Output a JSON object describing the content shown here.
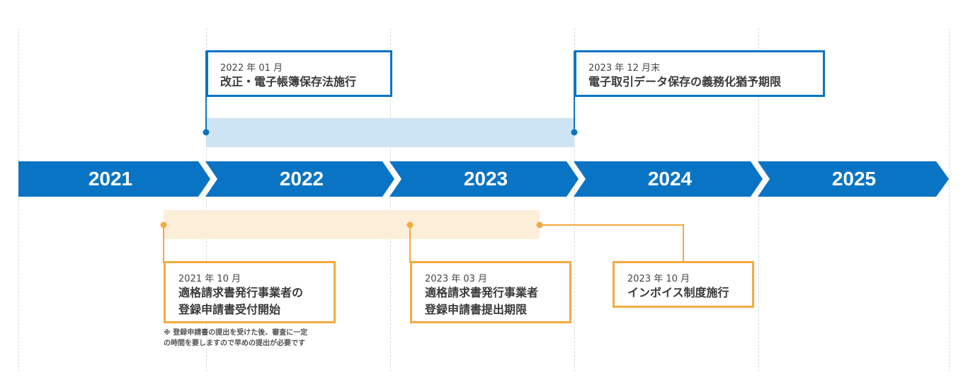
{
  "timeline": {
    "years": [
      "2021",
      "2022",
      "2023",
      "2024",
      "2025"
    ]
  },
  "events_top": [
    {
      "date": "2022 年 01 月",
      "title": "改正・電子帳簿保存法施行"
    },
    {
      "date": "2023 年 12 月末",
      "title": "電子取引データ保存の義務化猶予期限"
    }
  ],
  "events_bottom": [
    {
      "date": "2021 年 10 月",
      "title_lines": [
        "適格請求書発行事業者の",
        "登録申請書受付開始"
      ]
    },
    {
      "date": "2023 年 03 月",
      "title_lines": [
        "適格請求書発行事業者",
        "登録申請書提出期限"
      ]
    },
    {
      "date": "2023 年 10 月",
      "title_lines": [
        "インボイス制度施行"
      ]
    }
  ],
  "note": {
    "lines": [
      "※ 登録申請書の提出を受けた後、審査に一定",
      "の時間を要しますので早めの提出が必要です"
    ]
  },
  "colors": {
    "blue": "#0a74c4",
    "light_blue": "#cde4f4",
    "orange": "#f2ab40",
    "light_orange": "#fdeeda"
  }
}
